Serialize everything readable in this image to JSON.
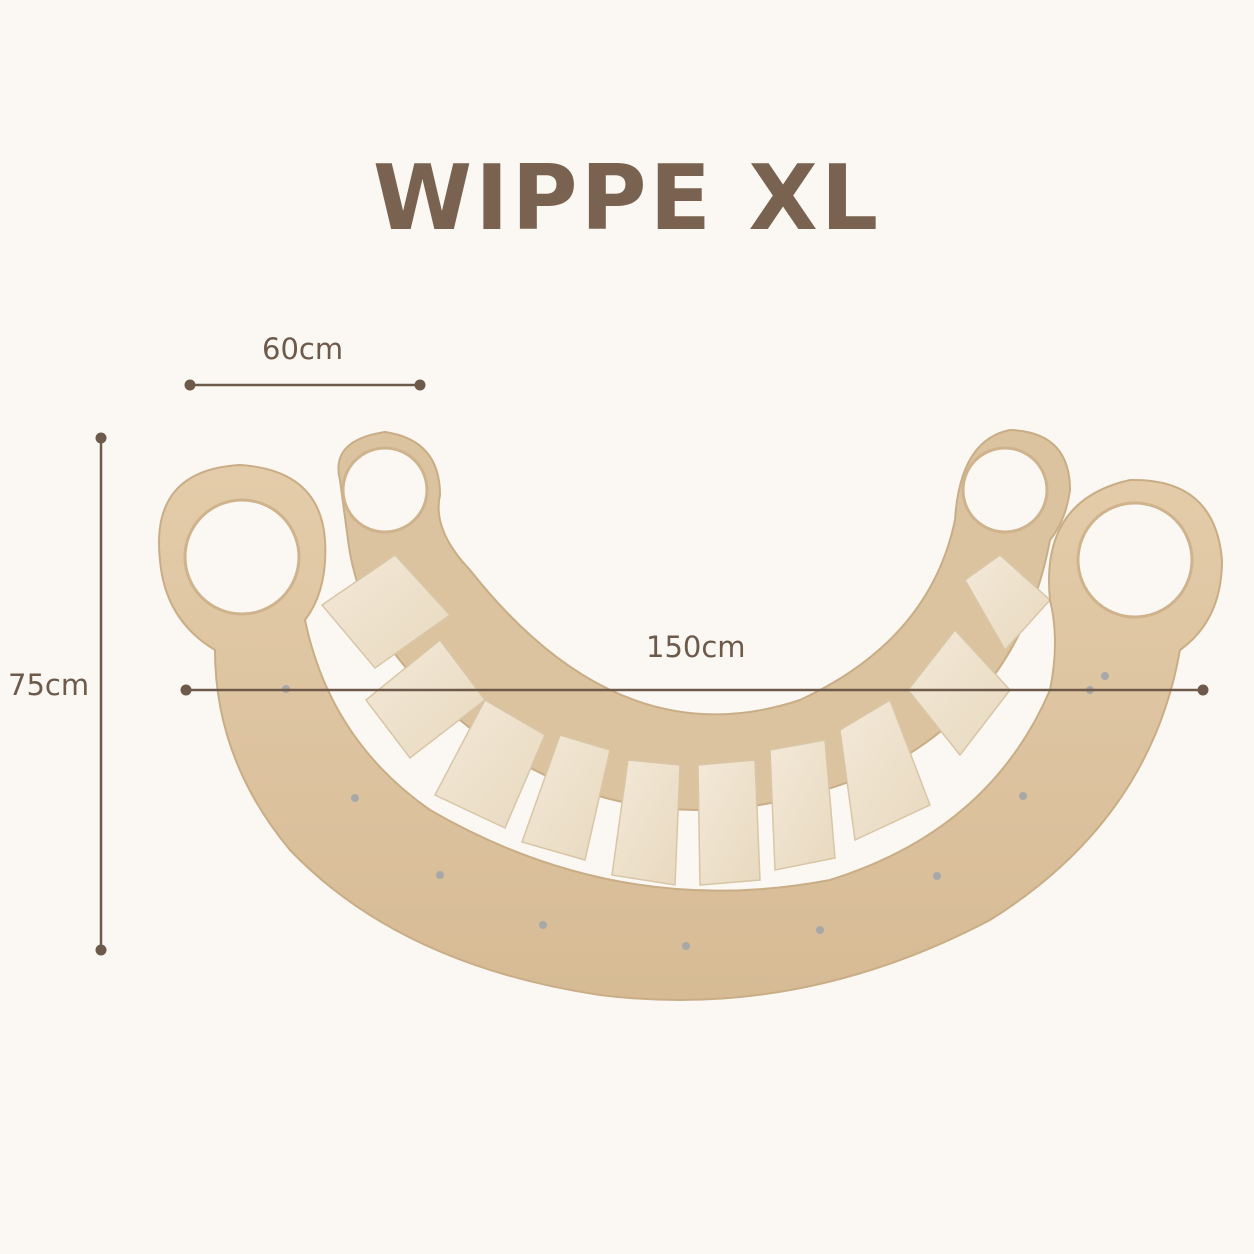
{
  "title": "WIPPE XL",
  "dimensions": {
    "width": "60cm",
    "length": "150cm",
    "height": "75cm"
  },
  "colors": {
    "background": "#fbf8f4",
    "title": "#7a6250",
    "dimension_line": "#6e5a4a",
    "wood_frame": "#dcc3a0",
    "wood_slats": "#efe3cf"
  }
}
